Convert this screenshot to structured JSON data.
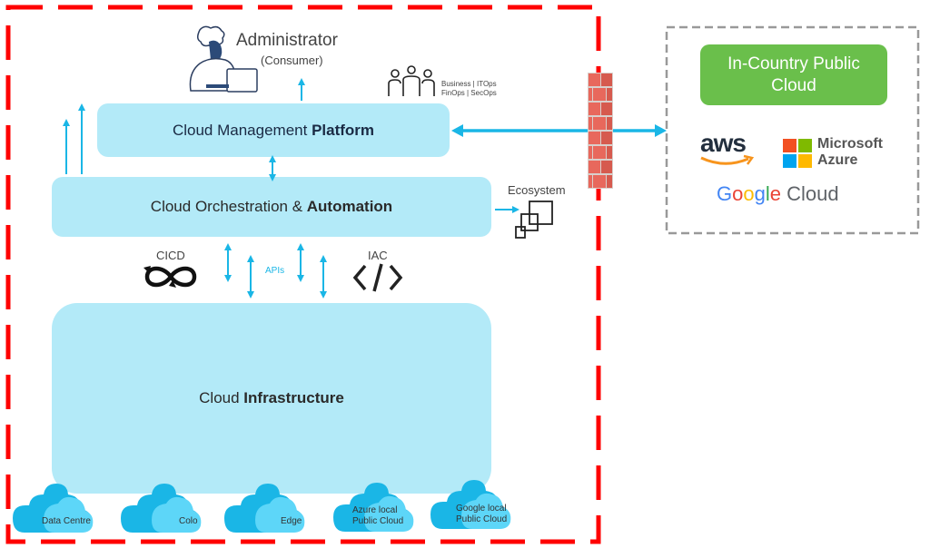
{
  "administrator": {
    "title": "Administrator",
    "subtitle": "(Consumer)"
  },
  "teams": {
    "line1": "Business | ITOps",
    "line2": "FinOps | SecOps"
  },
  "layers": {
    "management": {
      "prefix": "Cloud Management ",
      "bold": "Platform"
    },
    "orchestration": {
      "prefix": "Cloud Orchestration & ",
      "bold": "Automation"
    },
    "infrastructure": {
      "prefix": "Cloud ",
      "bold": "Infrastructure"
    }
  },
  "connectors": {
    "cicd": "CICD",
    "apis": "APIs",
    "iac": "IAC",
    "ecosystem": "Ecosystem"
  },
  "public_cloud": {
    "title": "In-Country Public Cloud",
    "providers": {
      "aws": "aws",
      "microsoft_line1": "Microsoft",
      "microsoft_line2": "Azure",
      "google_word": "Google",
      "google_suffix": "Cloud"
    }
  },
  "locations": [
    {
      "line1": "Data Centre",
      "line2": ""
    },
    {
      "line1": "Colo",
      "line2": ""
    },
    {
      "line1": "Edge",
      "line2": ""
    },
    {
      "line1": "Azure local",
      "line2": "Public Cloud"
    },
    {
      "line1": "Google local",
      "line2": "Public Cloud"
    }
  ],
  "colors": {
    "boundary": "#ff0000",
    "layer_fill": "#b3eaf8",
    "arrow": "#1ab6e6",
    "green": "#6abf4b",
    "cloud_dark": "#1ab6e6",
    "cloud_light": "#5dd6f8",
    "firewall": "#e8685c"
  }
}
